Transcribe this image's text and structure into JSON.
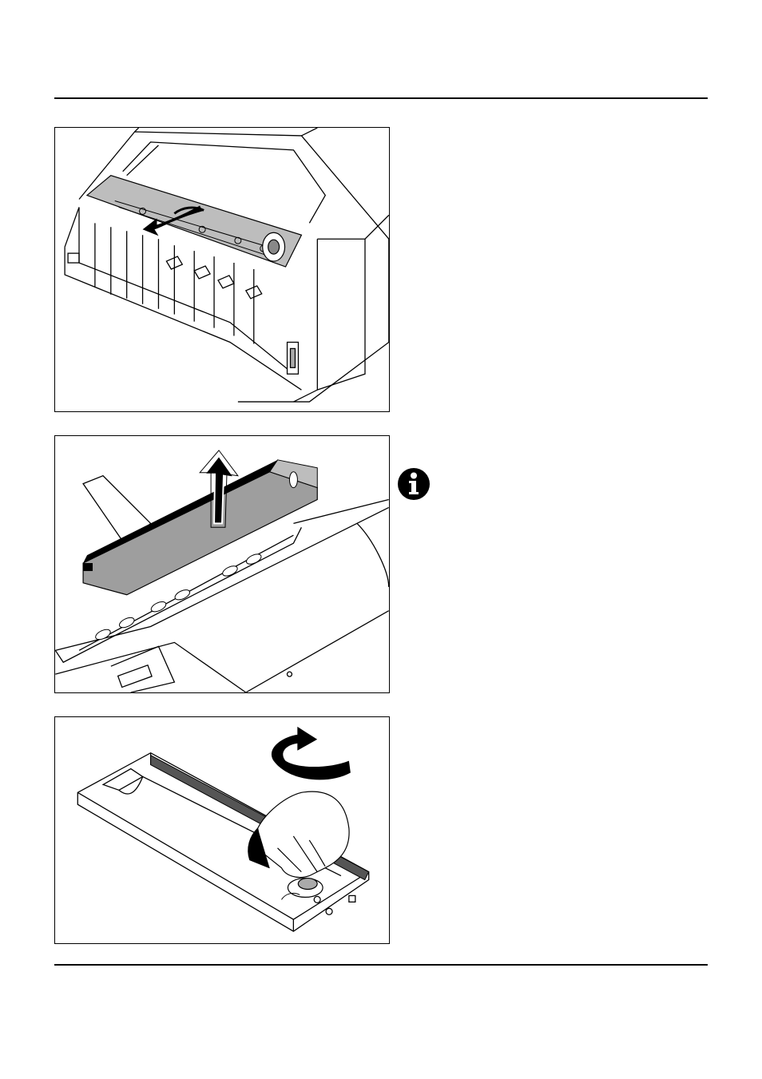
{
  "page": {
    "figures": [
      {
        "illustration": "printer-ribbon-guide-removal"
      },
      {
        "illustration": "ribbon-cassette-lift-out"
      },
      {
        "illustration": "ribbon-cassette-tension-knob"
      }
    ],
    "note_icon": "info-icon"
  }
}
